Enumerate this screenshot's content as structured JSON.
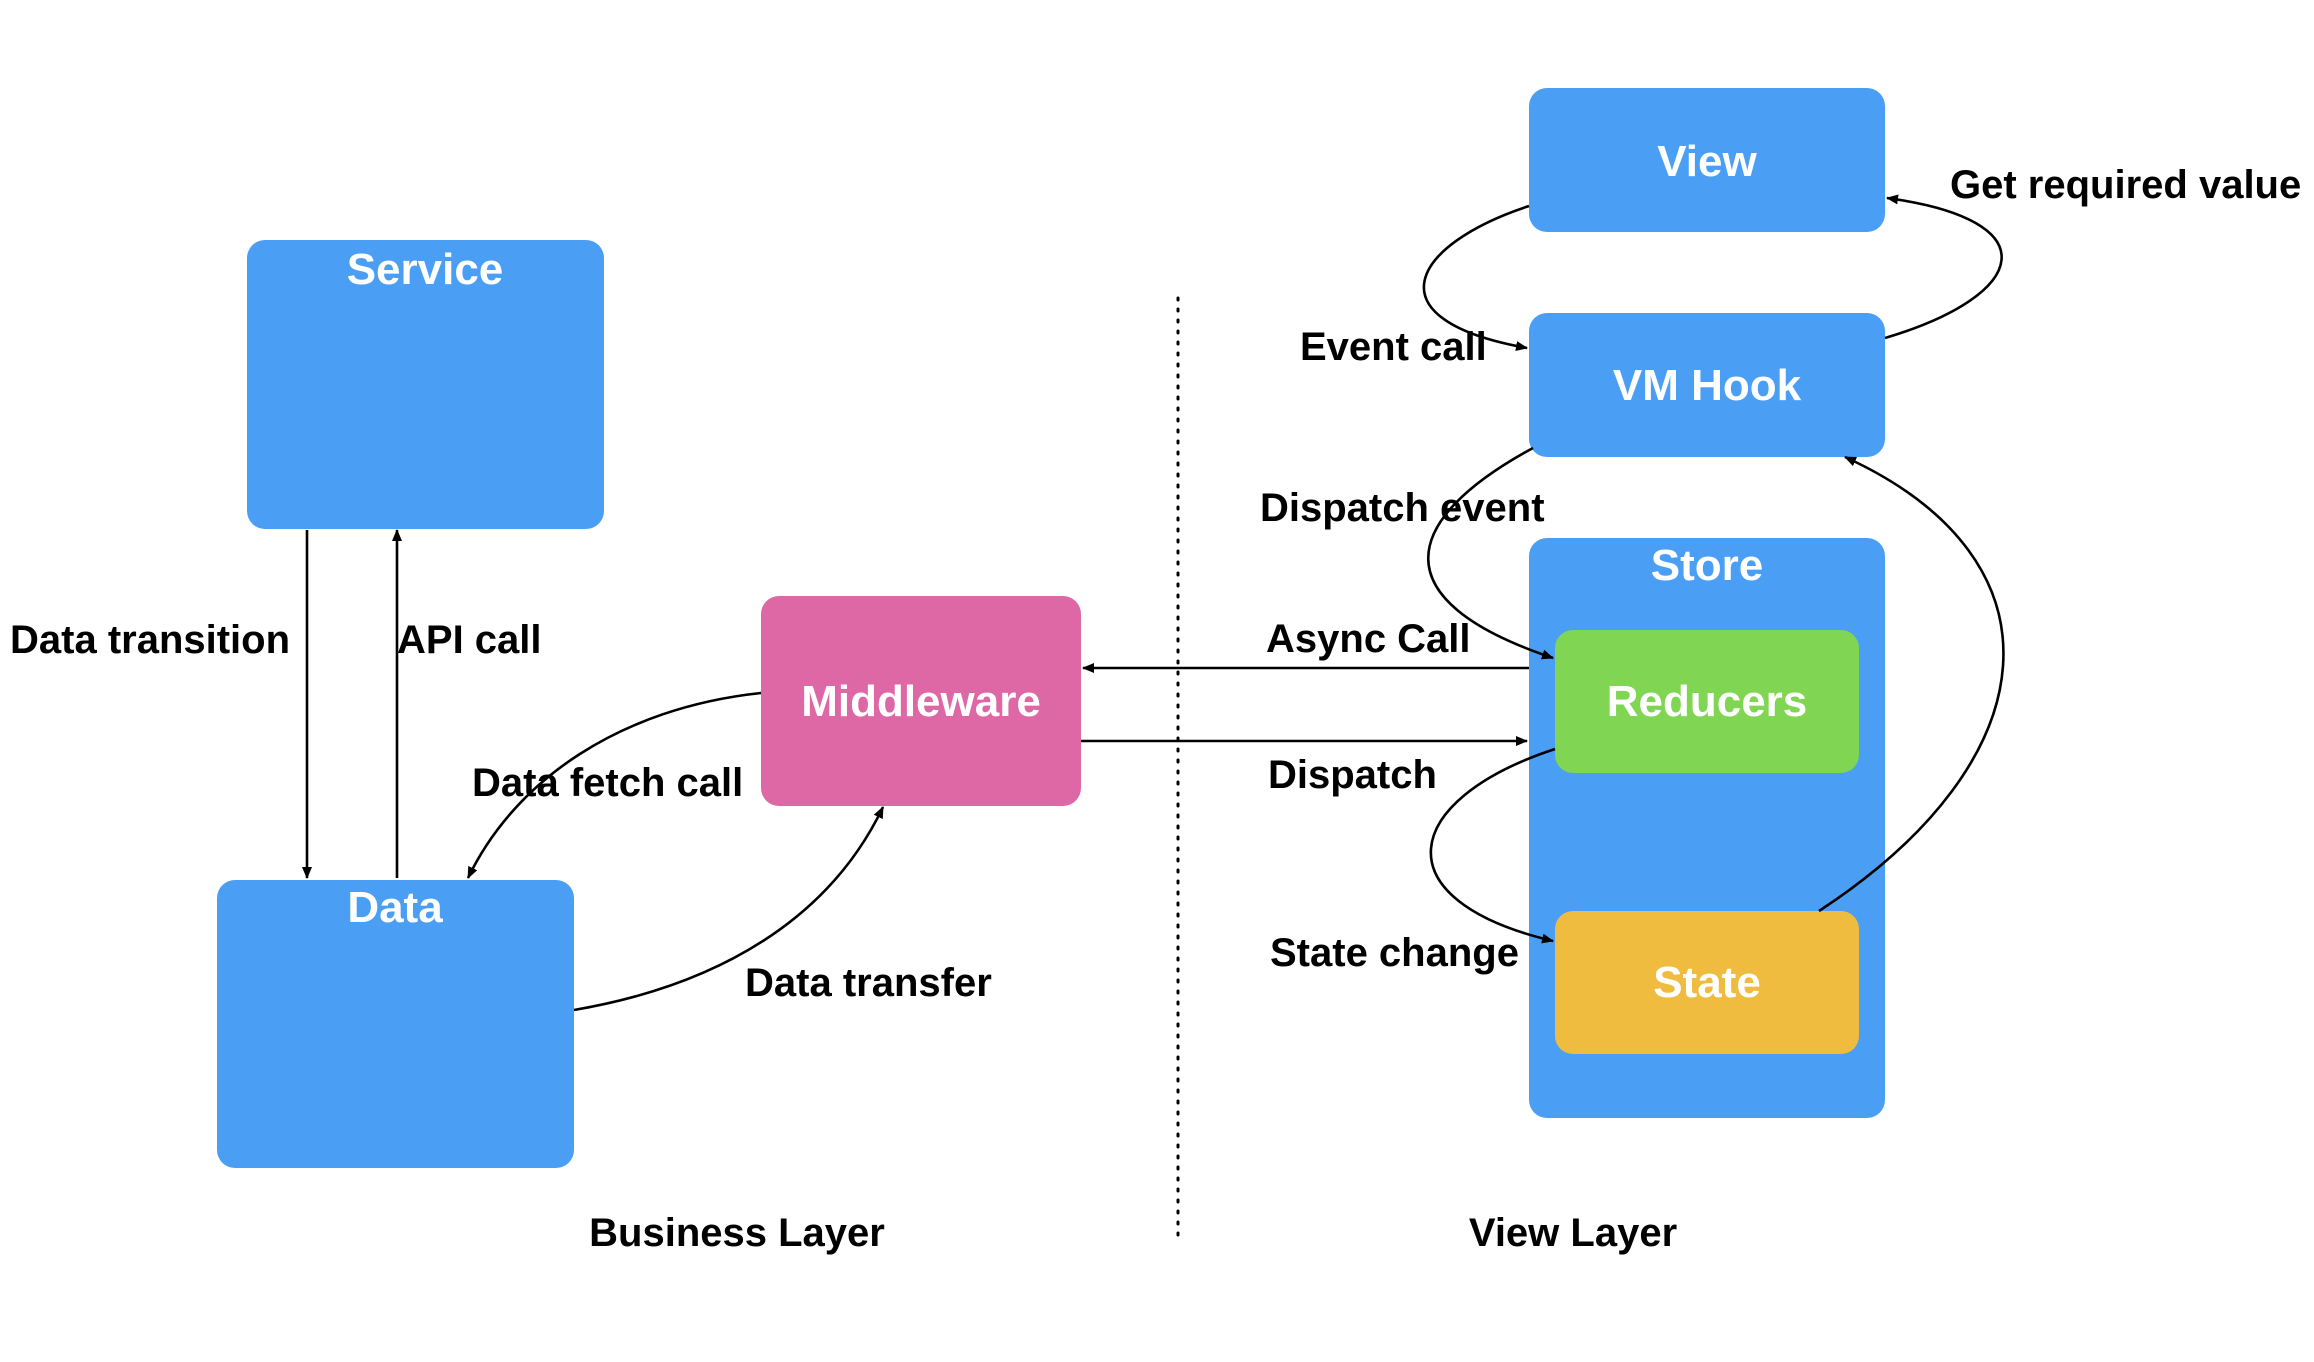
{
  "colors": {
    "blue": "#4a9ff5",
    "pink": "#de68a5",
    "green": "#80d552",
    "yellow": "#efbc40",
    "text_on_box": "#ffffff",
    "edge": "#000000"
  },
  "nodes": {
    "service": "Service",
    "data": "Data",
    "middleware": "Middleware",
    "view": "View",
    "vm_hook": "VM Hook",
    "store": "Store",
    "reducers": "Reducers",
    "state": "State"
  },
  "edges": {
    "data_transition": "Data transition",
    "api_call": "API call",
    "data_fetch_call": "Data fetch call",
    "data_transfer": "Data transfer",
    "async_call": "Async Call",
    "dispatch": "Dispatch",
    "event_call": "Event call",
    "get_required_value": "Get required value",
    "dispatch_event": "Dispatch event",
    "state_change": "State change"
  },
  "layers": {
    "business": "Business Layer",
    "view": "View Layer"
  }
}
